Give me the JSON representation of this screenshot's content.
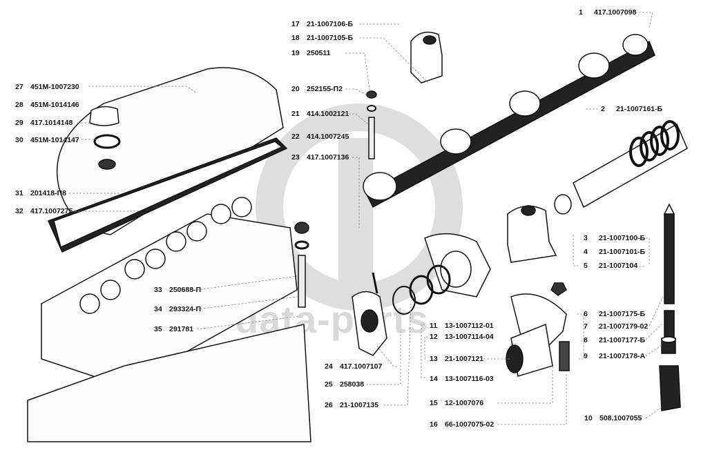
{
  "diagram": {
    "title": "Rocker arm shaft assembly, cylinder head and valve cover — exploded parts view",
    "watermark": "data-parts",
    "colors": {
      "ink": "#111111",
      "watermark": "#d9d9d9",
      "leader": "#888888"
    },
    "parts": [
      {
        "num": "1",
        "part": "417.1007098"
      },
      {
        "num": "2",
        "part": "21-1007161-Б"
      },
      {
        "num": "3",
        "part": "21-1007100-Б"
      },
      {
        "num": "4",
        "part": "21-1007101-Б"
      },
      {
        "num": "5",
        "part": "21-1007104"
      },
      {
        "num": "6",
        "part": "21-1007175-Б"
      },
      {
        "num": "7",
        "part": "21-1007179-02"
      },
      {
        "num": "8",
        "part": "21-1007177-Б"
      },
      {
        "num": "9",
        "part": "21-1007178-А"
      },
      {
        "num": "10",
        "part": "508.1007055"
      },
      {
        "num": "11",
        "part": "13-1007112-01"
      },
      {
        "num": "12",
        "part": "13-1007114-04"
      },
      {
        "num": "13",
        "part": "21-1007121"
      },
      {
        "num": "14",
        "part": "13-1007116-03"
      },
      {
        "num": "15",
        "part": "12-1007076"
      },
      {
        "num": "16",
        "part": "66-1007075-02"
      },
      {
        "num": "17",
        "part": "21-1007106-Б"
      },
      {
        "num": "18",
        "part": "21-1007105-Б"
      },
      {
        "num": "19",
        "part": "250511"
      },
      {
        "num": "20",
        "part": "252155-П2"
      },
      {
        "num": "21",
        "part": "414.1002121"
      },
      {
        "num": "22",
        "part": "414.1007245"
      },
      {
        "num": "23",
        "part": "417.1007136"
      },
      {
        "num": "24",
        "part": "417.1007107"
      },
      {
        "num": "25",
        "part": "258038"
      },
      {
        "num": "26",
        "part": "21-1007135"
      },
      {
        "num": "27",
        "part": "451М-1007230"
      },
      {
        "num": "28",
        "part": "451М-1014146"
      },
      {
        "num": "29",
        "part": "417.1014148"
      },
      {
        "num": "30",
        "part": "451М-1014147"
      },
      {
        "num": "31",
        "part": "201418-П8"
      },
      {
        "num": "32",
        "part": "417.1007275"
      },
      {
        "num": "33",
        "part": "250688-П"
      },
      {
        "num": "34",
        "part": "293324-П"
      },
      {
        "num": "35",
        "part": "291781"
      }
    ]
  }
}
